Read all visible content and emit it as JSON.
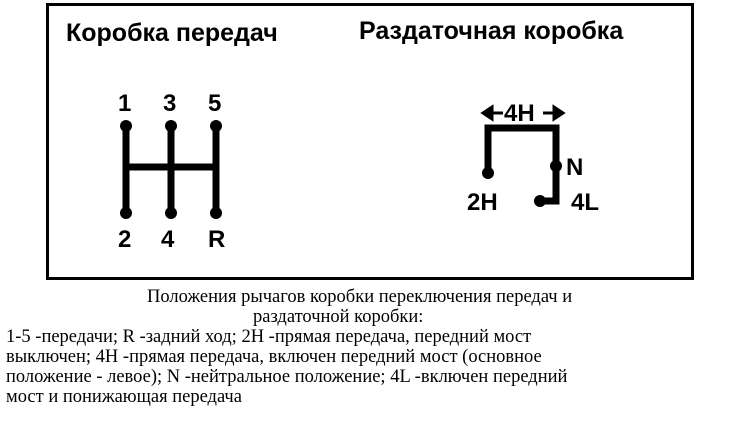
{
  "gearbox": {
    "title": "Коробка передач",
    "positions": [
      "1",
      "3",
      "5",
      "2",
      "4",
      "R"
    ]
  },
  "transfer_case": {
    "title": "Раздаточная коробка",
    "positions": [
      "4H",
      "N",
      "2H",
      "4L"
    ]
  },
  "caption": {
    "title_line1": "Положения рычагов коробки переключения передач и",
    "title_line2": "раздаточной коробки:",
    "legend_lines": [
      "1-5 -передачи; R -задний ход; 2H -прямая передача, передний мост",
      "выключен; 4H -прямая передача, включен передний мост (основное",
      "положение - левое); N -нейтральное положение; 4L -включен передний",
      "мост и понижающая передача"
    ]
  },
  "colors": {
    "ink": "#000000",
    "background": "#ffffff"
  }
}
